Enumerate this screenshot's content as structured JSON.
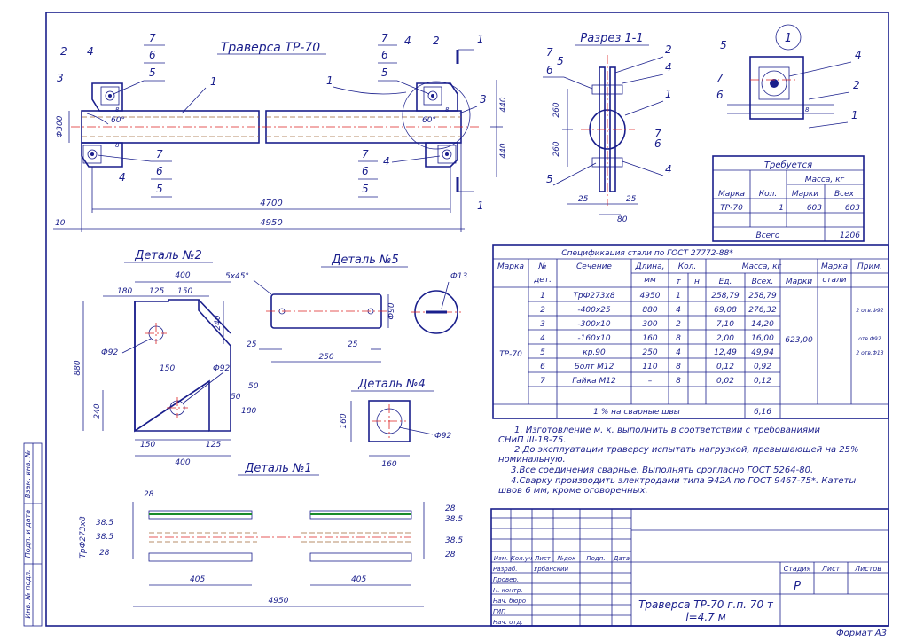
{
  "sheet": {
    "format_label": "Формат А3"
  },
  "side_stamp": {
    "labels": [
      "Взам. инв. №",
      "Подп. и дата",
      "Инв. № подл."
    ]
  },
  "main_view": {
    "title": "Траверса ТР-70",
    "callouts": [
      "1",
      "2",
      "3",
      "4",
      "5",
      "6",
      "7",
      "8"
    ],
    "dim_4700": "4700",
    "dim_4950": "4950",
    "dim_10": "10",
    "dim_440": "440",
    "dim_300": "Ф300",
    "angle": "60°"
  },
  "section": {
    "title": "Разрез 1-1",
    "dim_260": "260",
    "dim_25": "25",
    "dim_80": "80"
  },
  "node": {
    "marker": "1"
  },
  "detail2": {
    "title": "Деталь №2",
    "d400": "400",
    "d180": "180",
    "d125": "125",
    "d150": "150",
    "d240": "240",
    "d880": "880",
    "d92": "Ф92",
    "d50": "50"
  },
  "detail5": {
    "title": "Деталь №5",
    "chamfer": "5х45°",
    "d13": "Ф13",
    "d90": "Ф90",
    "d25": "25",
    "d250": "250"
  },
  "detail4": {
    "title": "Деталь №4",
    "d160": "160",
    "d92": "Ф92"
  },
  "detail1": {
    "title": "Деталь №1",
    "d28": "28",
    "d385": "38.5",
    "d405": "405",
    "d4950": "4950",
    "pipe": "ТрФ273х8"
  },
  "required": {
    "title": "Требуется",
    "mass_header": "Масса, кг",
    "cols": [
      "Марка",
      "Кол.",
      "Марки",
      "Всех"
    ],
    "row": [
      "ТР-70",
      "1",
      "603",
      "603"
    ],
    "total_label": "Всего",
    "total": "1206"
  },
  "spec": {
    "title": "Спецификация стали по ГОСТ 27772-88*",
    "headers": {
      "marka": "Марка",
      "num": "№",
      "det": "дет.",
      "section": "Сечение",
      "length": "Длина,",
      "mm": "мм",
      "qty": "Кол.",
      "t": "т",
      "n": "н",
      "mass": "Масса, кг",
      "ed": "Ед.",
      "all": "Всех.",
      "marki": "Марки",
      "marka_stali": "Марка",
      "stali": "стали",
      "note": "Прим."
    },
    "mark": "ТР-70",
    "mark_mass": "623,00",
    "rows": [
      {
        "num": "1",
        "sec": "ТрФ273х8",
        "len": "4950",
        "qty": "1",
        "ed": "258,79",
        "all": "258,79",
        "note": ""
      },
      {
        "num": "2",
        "sec": "-400х25",
        "len": "880",
        "qty": "4",
        "ed": "69,08",
        "all": "276,32",
        "note": "2 отв.Ф92"
      },
      {
        "num": "3",
        "sec": "-300х10",
        "len": "300",
        "qty": "2",
        "ed": "7,10",
        "all": "14,20",
        "note": ""
      },
      {
        "num": "4",
        "sec": "-160х10",
        "len": "160",
        "qty": "8",
        "ed": "2,00",
        "all": "16,00",
        "note": "отв.Ф92"
      },
      {
        "num": "5",
        "sec": "кр.90",
        "len": "250",
        "qty": "4",
        "ed": "12,49",
        "all": "49,94",
        "note": "2 отв.Ф13"
      },
      {
        "num": "6",
        "sec": "Болт М12",
        "len": "110",
        "qty": "8",
        "ed": "0,12",
        "all": "0,92",
        "note": ""
      },
      {
        "num": "7",
        "sec": "Гайка М12",
        "len": "–",
        "qty": "8",
        "ed": "0,02",
        "all": "0,12",
        "note": ""
      }
    ],
    "weld_label": "1 % на сварные швы",
    "weld_mass": "6,16"
  },
  "notes": [
    "1. Изготовление м. к. выполнить в соответствии с требованиями",
    "СНиП III-18-75.",
    "2.До эксплуатации траверсу испытать нагрузкой, превышающей на 25%",
    "номинальную.",
    "3.Все соединения сварные. Выполнять срогласно ГОСТ 5264-80.",
    "4.Сварку производить электродами типа Э42А по ГОСТ 9467-75*. Катеты",
    "швов 6 мм, кроме оговоренных."
  ],
  "title_block": {
    "cols": [
      "Изм.",
      "Кол.уч",
      "Лист",
      "№док",
      "Подп.",
      "Дата"
    ],
    "roles": [
      "Разраб.",
      "Провер.",
      "Н. контр.",
      "Нач. бюро",
      "ГИП",
      "Нач. отд."
    ],
    "developer": "Урбанский",
    "stage_label": "Стадия",
    "sheet_label": "Лист",
    "sheets_label": "Листов",
    "stage": "Р",
    "name_line1": "Траверса ТР-70 г.п. 70 т",
    "name_line2": "l=4.7 м"
  }
}
